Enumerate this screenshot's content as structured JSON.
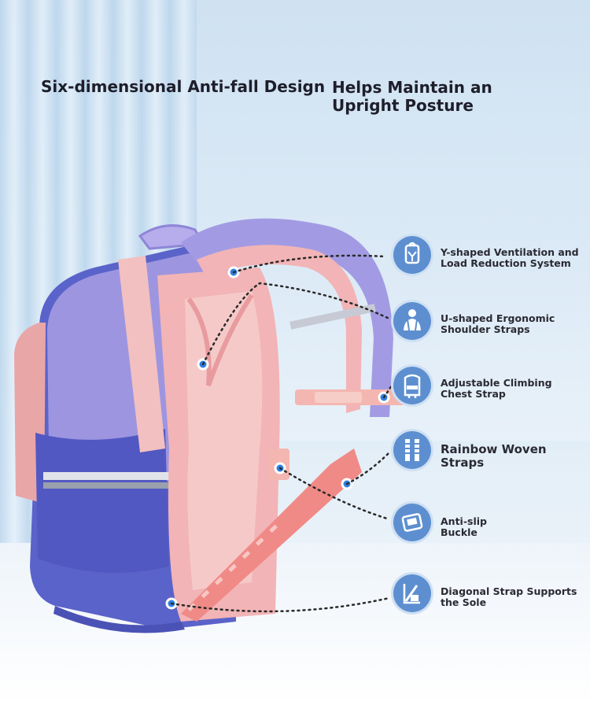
{
  "headlines": {
    "left": "Six-dimensional Anti-fall Design",
    "right": "Helps Maintain an\n Upright Posture"
  },
  "features": [
    {
      "label": "Y-shaped Ventilation and\n Load Reduction System",
      "icon": "ventilation-backpack-icon"
    },
    {
      "label": "U-shaped Ergonomic\n Shoulder Straps",
      "icon": "shoulder-straps-icon"
    },
    {
      "label": "Adjustable Climbing\n Chest Strap",
      "icon": "chest-strap-icon"
    },
    {
      "label": "Rainbow Woven\n Straps",
      "icon": "woven-straps-icon"
    },
    {
      "label": "Anti-slip\n Buckle",
      "icon": "buckle-icon"
    },
    {
      "label": "Diagonal Strap Supports\n the Sole",
      "icon": "diagonal-strap-icon"
    }
  ],
  "colors": {
    "icon_circle": "#5d8fd0",
    "backpack_purple": "#8f86d8",
    "backpack_blue": "#5a63c9",
    "backpack_pink": "#f2b4b6",
    "strap_coral": "#f08a86"
  }
}
